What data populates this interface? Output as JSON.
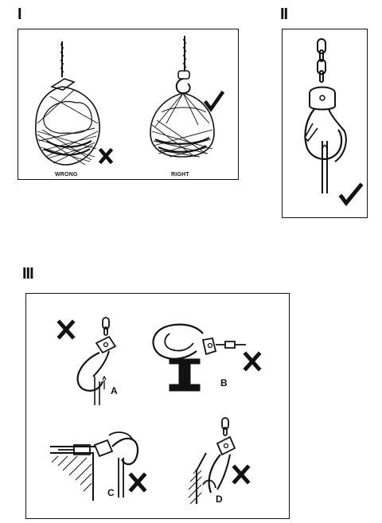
{
  "sections": {
    "one": {
      "label": "I",
      "wrong_caption": "WRONG",
      "right_caption": "RIGHT"
    },
    "two": {
      "label": "II"
    },
    "three": {
      "label": "III",
      "letters": [
        "A",
        "B",
        "C",
        "D"
      ]
    }
  },
  "marks": {
    "wrong": "x-mark-icon",
    "right": "check-mark-icon"
  },
  "colors": {
    "ink": "#111111",
    "background": "#ffffff"
  }
}
